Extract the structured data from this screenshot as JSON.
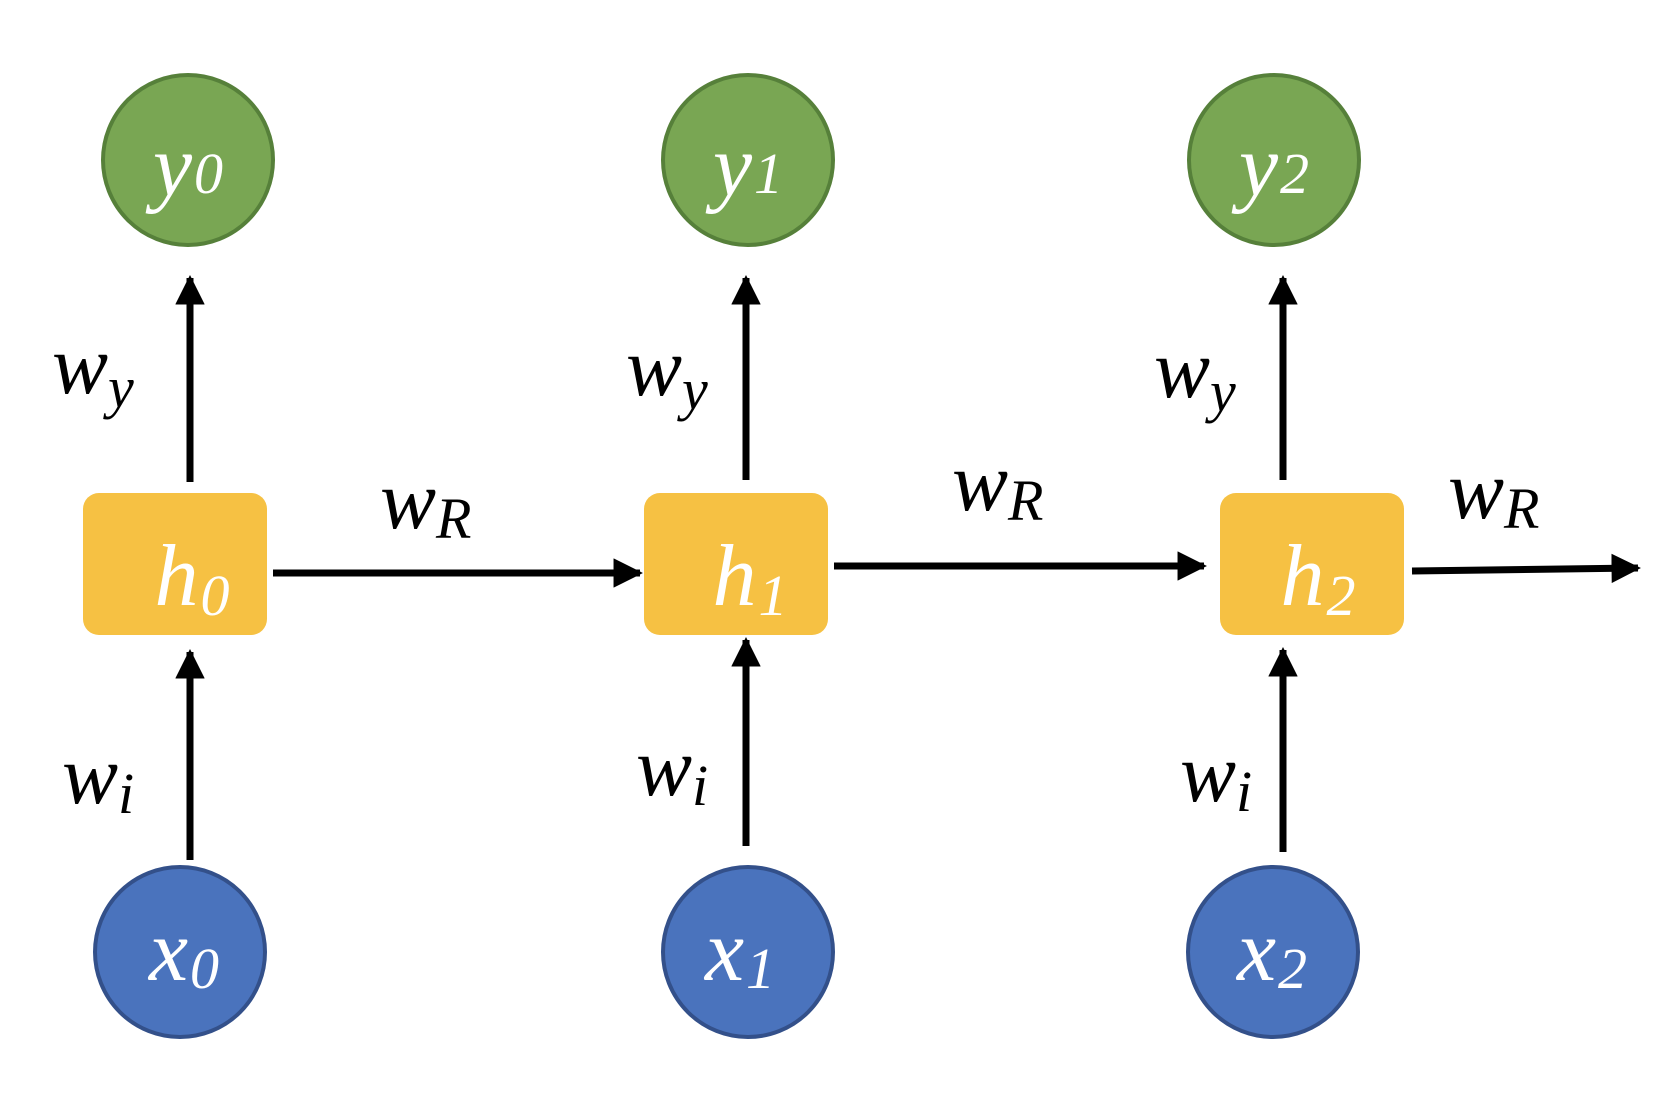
{
  "colors": {
    "output_fill": "#79a653",
    "output_stroke": "#56803a",
    "hidden_fill": "#f6c143",
    "input_fill": "#4a73bd",
    "input_stroke": "#33508a",
    "arrow": "#000000"
  },
  "nodes": {
    "outputs": [
      {
        "base": "y",
        "sub": "0"
      },
      {
        "base": "y",
        "sub": "1"
      },
      {
        "base": "y",
        "sub": "2"
      }
    ],
    "hidden": [
      {
        "base": "h",
        "sub": "0"
      },
      {
        "base": "h",
        "sub": "1"
      },
      {
        "base": "h",
        "sub": "2"
      }
    ],
    "inputs": [
      {
        "base": "x",
        "sub": "0"
      },
      {
        "base": "x",
        "sub": "1"
      },
      {
        "base": "x",
        "sub": "2"
      }
    ]
  },
  "weights": {
    "output": [
      {
        "base": "w",
        "sub": "y"
      },
      {
        "base": "w",
        "sub": "y"
      },
      {
        "base": "w",
        "sub": "y"
      }
    ],
    "input": [
      {
        "base": "w",
        "sub": "i"
      },
      {
        "base": "w",
        "sub": "i"
      },
      {
        "base": "w",
        "sub": "i"
      }
    ],
    "recurrent": [
      {
        "base": "w",
        "sub": "R"
      },
      {
        "base": "w",
        "sub": "R"
      },
      {
        "base": "w",
        "sub": "R"
      }
    ]
  }
}
